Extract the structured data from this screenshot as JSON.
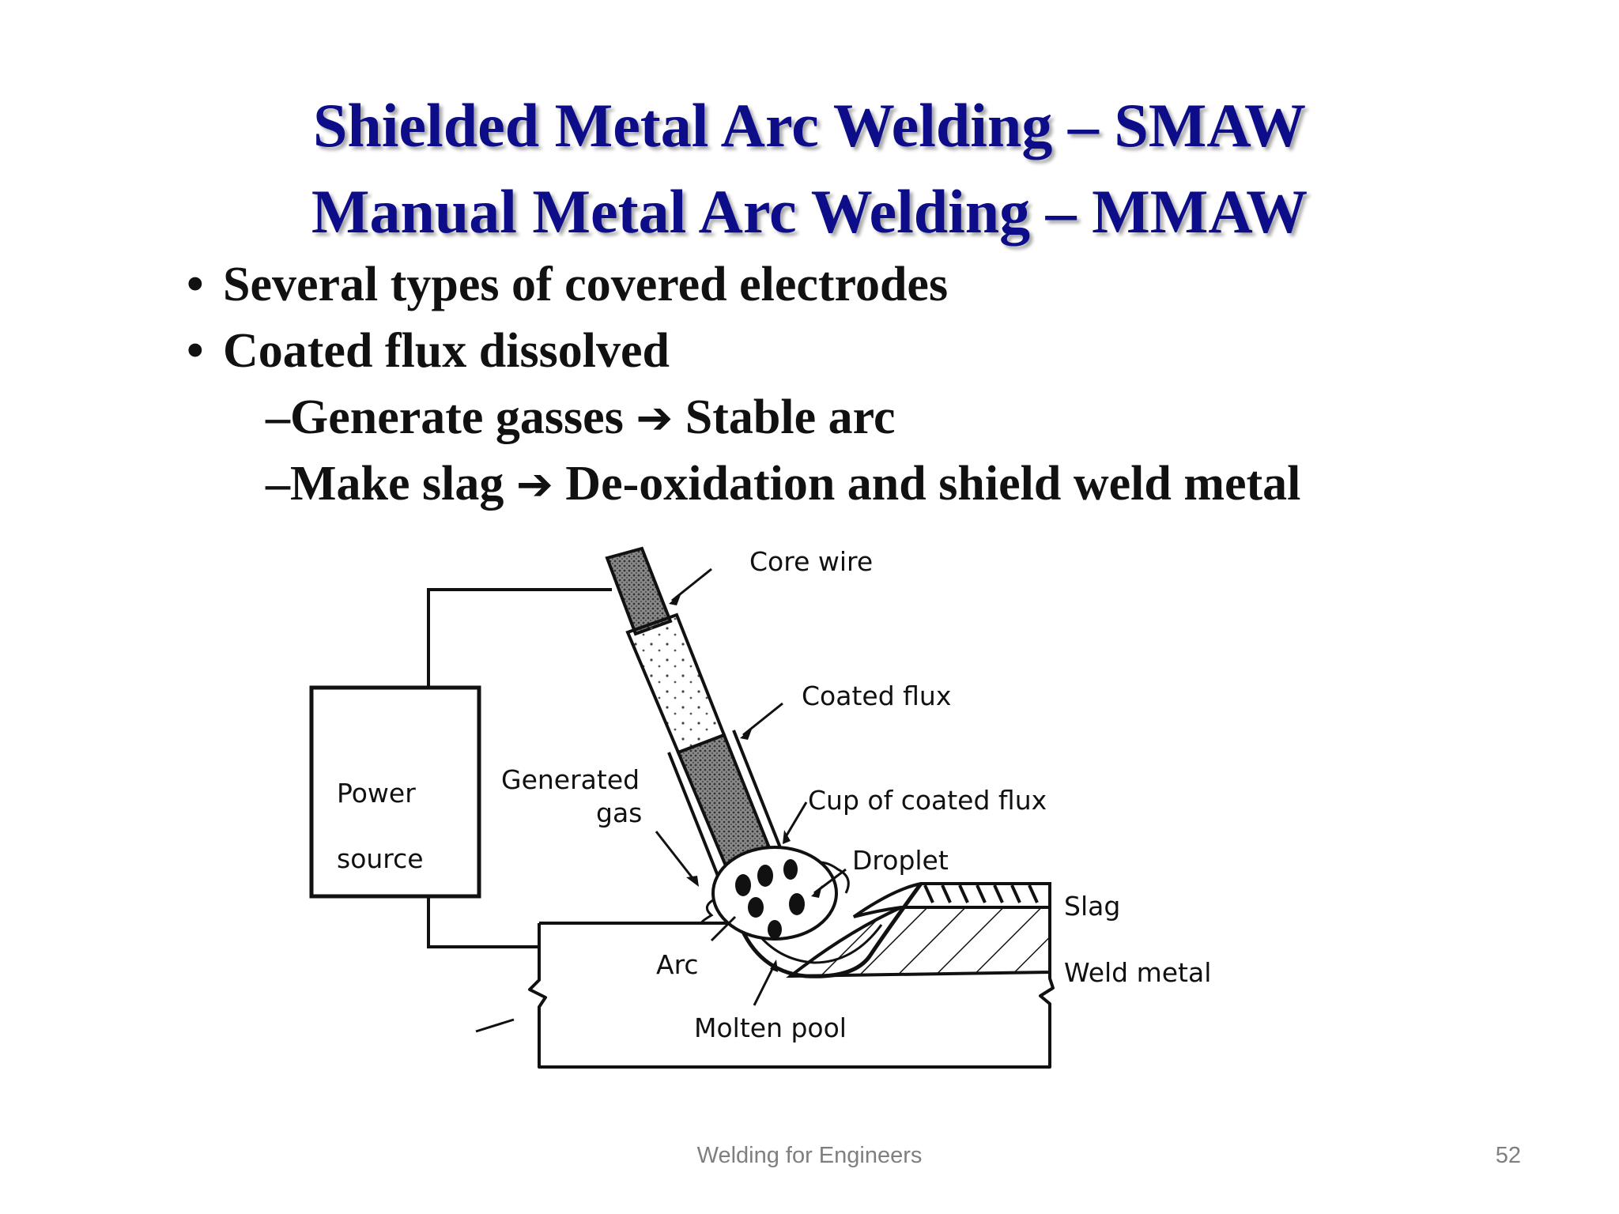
{
  "title": {
    "line1": "Shielded Metal Arc Welding – SMAW",
    "line2": "Manual Metal Arc Welding – MMAW"
  },
  "bullets": [
    {
      "text": "Several types of  covered electrodes"
    },
    {
      "text": "Coated flux dissolved"
    }
  ],
  "sub_bullets": [
    {
      "before": "Generate gasses",
      "arrow": "➔",
      "after": "Stable arc"
    },
    {
      "before": "Make slag",
      "arrow": "➔",
      "after": "De-oxidation and shield weld metal"
    }
  ],
  "diagram": {
    "labels": {
      "core_wire": "Core wire",
      "coated_flux": "Coated flux",
      "generated": "Generated",
      "gas": "gas",
      "cup": "Cup of coated flux",
      "droplet": "Droplet",
      "slag": "Slag",
      "weld_metal": "Weld metal",
      "arc": "Arc",
      "molten_pool": "Molten pool",
      "power": "Power",
      "source": "source"
    }
  },
  "footer": {
    "center": "Welding for Engineers",
    "page": "52"
  }
}
